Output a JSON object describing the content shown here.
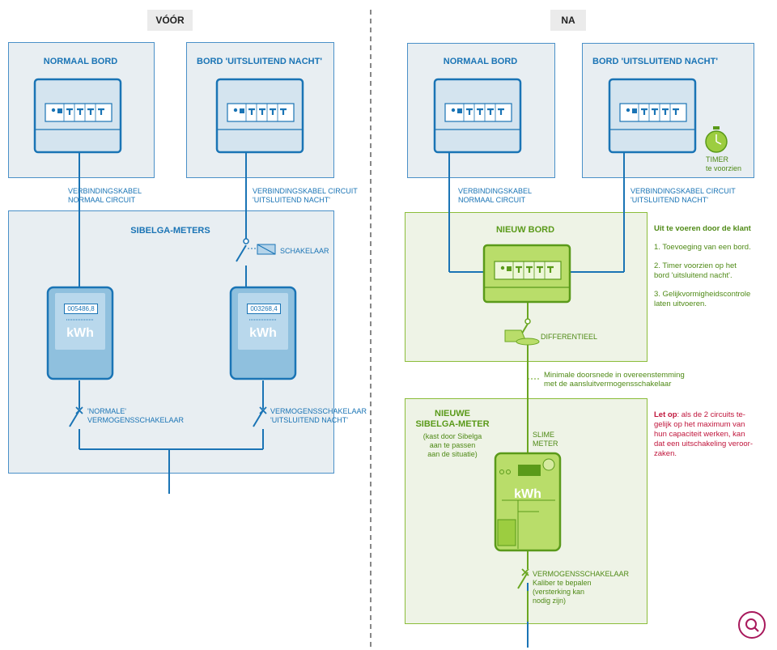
{
  "header": {
    "before": "VÓÓR",
    "after": "NA"
  },
  "before": {
    "board_normal": "NORMAAL BORD",
    "board_night": "BORD 'UITSLUITEND NACHT'",
    "cable_normal": [
      "VERBINDINGSKABEL",
      "NORMAAL CIRCUIT"
    ],
    "cable_night": [
      "VERBINDINGSKABEL CIRCUIT",
      "'UITSLUITEND NACHT'"
    ],
    "meters_title": "SIBELGA-METERS",
    "switch_label": "SCHAKELAAR",
    "meter1_reading": "005486,8",
    "meter2_reading": "003268,4",
    "kwh": "kWh",
    "breaker_normal": [
      "'NORMALE'",
      "VERMOGENSSCHAKELAAR"
    ],
    "breaker_night": [
      "VERMOGENSSCHAKELAAR",
      "'UITSLUITEND NACHT'"
    ]
  },
  "after": {
    "board_normal": "NORMAAL BORD",
    "board_night": "BORD 'UITSLUITEND NACHT'",
    "timer": [
      "TIMER",
      "te voorzien"
    ],
    "cable_normal": [
      "VERBINDINGSKABEL",
      "NORMAAL CIRCUIT"
    ],
    "cable_night": [
      "VERBINDINGSKABEL CIRCUIT",
      "'UITSLUITEND NACHT'"
    ],
    "new_board": "NIEUW BORD",
    "differential": "DIFFERENTIEEL",
    "min_section": [
      "Minimale doorsnede in overeenstemming",
      "met de aansluitvermogensschakelaar"
    ],
    "new_meter_title": [
      "NIEUWE",
      "SIBELGA-METER"
    ],
    "new_meter_sub": [
      "(kast door Sibelga",
      "aan te passen",
      "aan de situatie)"
    ],
    "smart_meter": [
      "SLIME",
      "METER"
    ],
    "kwh": "kWh",
    "breaker": [
      "VERMOGENSSCHAKELAAR",
      "Kaliber te bepalen",
      "(versterking kan",
      "nodig zijn)"
    ],
    "client_title": "Uit te voeren door de klant",
    "client_steps": [
      [
        "1. Toevoeging van een bord."
      ],
      [
        "2. Timer voorzien op het",
        "bord 'uitsluitend nacht'."
      ],
      [
        "3. Gelijkvormigheidscontrole",
        "laten uitvoeren."
      ]
    ],
    "warning_bold": "Let op",
    "warning_text": [
      ": als de 2 circuits te-",
      "gelijk op het maximum van",
      "hun capaciteit werken, kan",
      "dat een uitschakeling veroor-",
      "zaken."
    ]
  },
  "colors": {
    "blue": "#1a74b5",
    "green": "#5a9a1a",
    "red": "#c0163c",
    "search": "#a8195c"
  },
  "icons": {
    "search": "search-icon",
    "timer": "stopwatch-icon"
  }
}
